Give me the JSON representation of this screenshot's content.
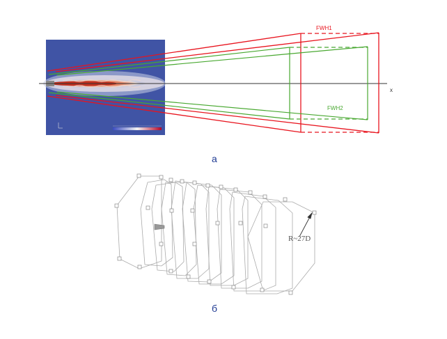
{
  "panel_a": {
    "label": "a",
    "fwh1_label": "FWH1",
    "fwh2_label": "FWH2",
    "axis_label": "x",
    "colors": {
      "fwh1": "#e8141e",
      "fwh2": "#48a830",
      "axis": "#333333",
      "flow_bg": "#3b4fa0"
    }
  },
  "panel_b": {
    "label": "б",
    "radius_label": "R~27D"
  }
}
